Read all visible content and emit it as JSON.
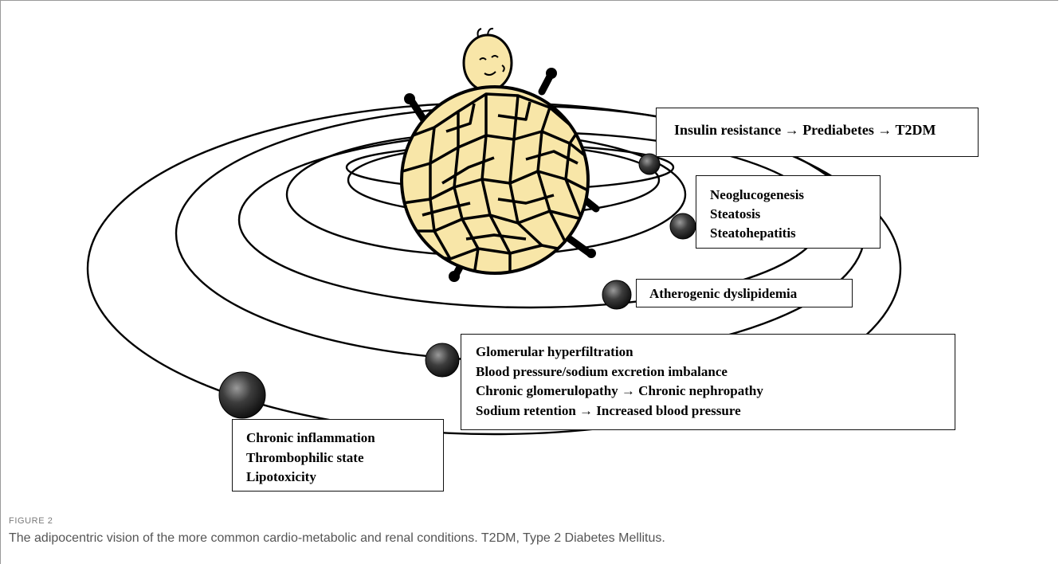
{
  "boxes": {
    "insulin": [
      "Insulin resistance → Prediabetes → T2DM"
    ],
    "liver": [
      "Neoglucogenesis",
      "Steatosis",
      "Steatohepatitis"
    ],
    "lipid": [
      "Atherogenic dyslipidemia"
    ],
    "renal": [
      "Glomerular hyperfiltration",
      "Blood pressure/sodium excretion imbalance",
      "Chronic glomerulopathy → Chronic nephropathy",
      "Sodium retention → Increased blood pressure"
    ],
    "inflammation": [
      "Chronic inflammation",
      "Thrombophilic state",
      "Lipotoxicity"
    ]
  },
  "caption": {
    "label": "FIGURE 2",
    "text": "The adipocentric vision of the more common cardio-metabolic and renal conditions. T2DM, Type 2 Diabetes Mellitus."
  },
  "colors": {
    "fat": "#f8e6a8",
    "orbit": "#000000",
    "planet": "#3a3a3a"
  }
}
